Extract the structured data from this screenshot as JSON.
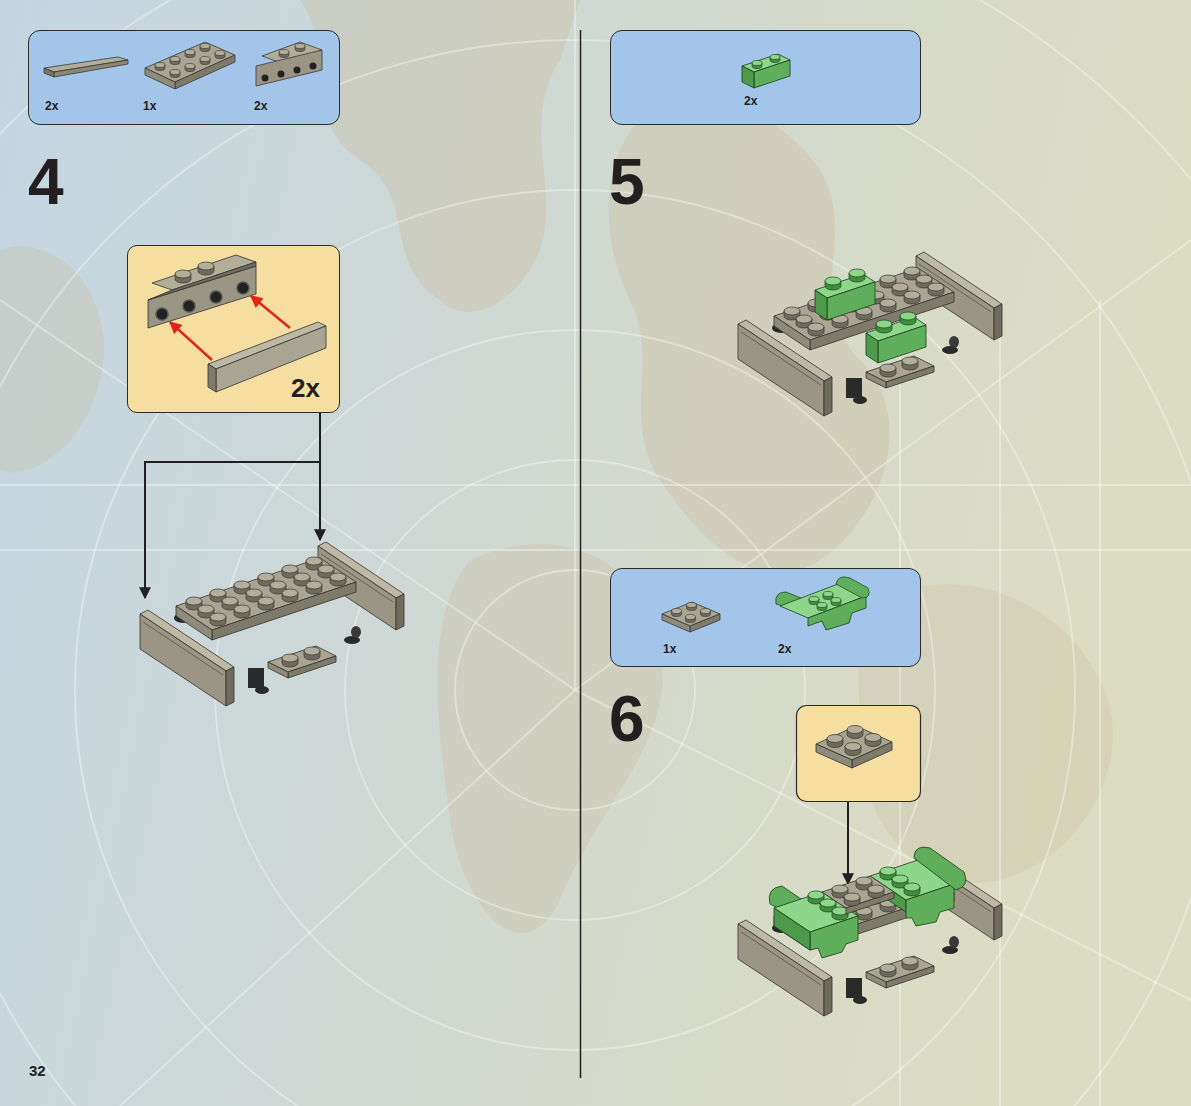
{
  "diagram": {
    "nodes": [
      {
        "text": [
          "2x",
          "1x",
          "2x"
        ]
      },
      {
        "text": [
          "2x"
        ]
      },
      {
        "text": [
          "2x"
        ]
      },
      {
        "text": [
          "1x",
          "2x"
        ]
      }
    ],
    "labels": [
      "4",
      "5",
      "6",
      "32"
    ]
  }
}
